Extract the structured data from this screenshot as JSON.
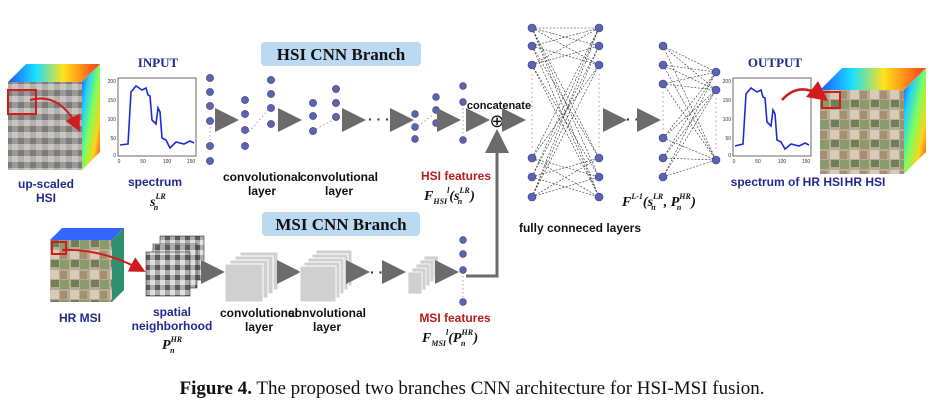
{
  "branches": {
    "hsi_title": "HSI CNN Branch",
    "msi_title": "MSI CNN Branch"
  },
  "labels": {
    "input": "INPUT",
    "output": "OUTPUT",
    "upscaled_hsi_line1": "up-scaled",
    "upscaled_hsi_line2": "HSI",
    "spectrum": "spectrum",
    "conv_layer_1_line1": "convolutional",
    "conv_layer_1_line2": "layer",
    "conv_layer_2_line1": "convolutional",
    "conv_layer_2_line2": "layer",
    "hsi_features": "HSI features",
    "concatenate": "concatenate",
    "fully_connected": "fully conneced layers",
    "spectrum_hr_hsi": "spectrum of HR HSI",
    "hr_hsi": "HR HSI",
    "hr_msi": "HR MSI",
    "spatial_neighborhood_line1": "spatial",
    "spatial_neighborhood_line2": "neighborhood",
    "msi_conv_1_line1": "convolutional",
    "msi_conv_1_line2": "layer",
    "msi_conv_2_line1": "convolutional",
    "msi_conv_2_line2": "layer",
    "msi_features": "MSI features"
  },
  "math": {
    "s_lr": "s",
    "s_lr_sup": "LR",
    "s_lr_sub": "n",
    "hsi_feat_F": "F",
    "hsi_feat_sub": "HSI",
    "hsi_feat_sup": "l",
    "hsi_feat_arg": "(s",
    "hsi_feat_arg_sup": "LR",
    "hsi_feat_arg_sub": "n",
    "hsi_feat_close": ")",
    "msi_feat_F": "F",
    "msi_feat_sub": "MSI",
    "msi_feat_sup": "l",
    "msi_feat_arg": "(P",
    "msi_feat_arg_sup": "HR",
    "msi_feat_arg_sub": "n",
    "msi_feat_close": ")",
    "p_hr": "P",
    "p_hr_sup": "HR",
    "p_hr_sub": "n",
    "fc_F": "F",
    "fc_sup": "L-1",
    "fc_arg": "(s",
    "fc_arg_sup": "LR",
    "fc_arg_sub": "n",
    "fc_mid": ", P",
    "fc_mid_sup": "HR",
    "fc_mid_sub": "n",
    "fc_close": ")",
    "oplus": "⊕"
  },
  "plot_ticks": {
    "input_y": [
      "200",
      "150",
      "100",
      "50",
      "0"
    ],
    "input_x": [
      "0",
      "50",
      "100",
      "150"
    ],
    "output_y": [
      "200",
      "150",
      "100",
      "50",
      "0"
    ],
    "output_x": [
      "0",
      "50",
      "100",
      "150"
    ]
  },
  "caption": {
    "label": "Figure 4.",
    "text": " The proposed two branches CNN architecture for HSI-MSI fusion."
  },
  "colors": {
    "node": "#5c63b0",
    "node_stroke": "#3a3f80",
    "branch_box": "#bcd9f2",
    "label_blue": "#1f2a8c",
    "label_red": "#b81c1c",
    "arrow": "#6b6b6b",
    "spectrum_line": "#1a2cd6"
  }
}
